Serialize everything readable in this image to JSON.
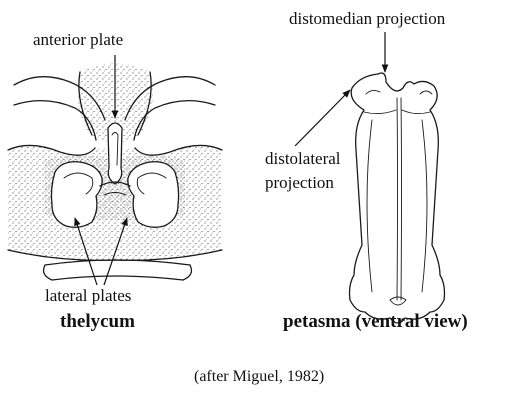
{
  "thelycum": {
    "label_anterior": "anterior plate",
    "label_lateral": "lateral plates",
    "caption": "thelycum"
  },
  "petasma": {
    "label_distomedian": "distomedian projection",
    "label_distolateral_1": "distolateral",
    "label_distolateral_2": "projection",
    "caption": "petasma (ventral view)"
  },
  "credit": "(after Miguel, 1982)"
}
